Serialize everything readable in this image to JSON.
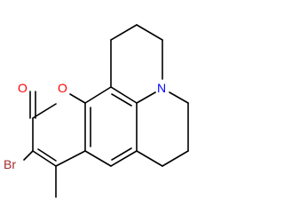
{
  "molecule": {
    "atoms": {
      "O1": {
        "label": "O",
        "color": "#ff0000"
      },
      "O2": {
        "label": "O",
        "color": "#ff0000"
      },
      "N": {
        "label": "N",
        "color": "#0000ff"
      },
      "Br": {
        "label": "Br",
        "color": "#a52a2a"
      }
    },
    "bond_color": "#000000",
    "background": "#ffffff"
  }
}
